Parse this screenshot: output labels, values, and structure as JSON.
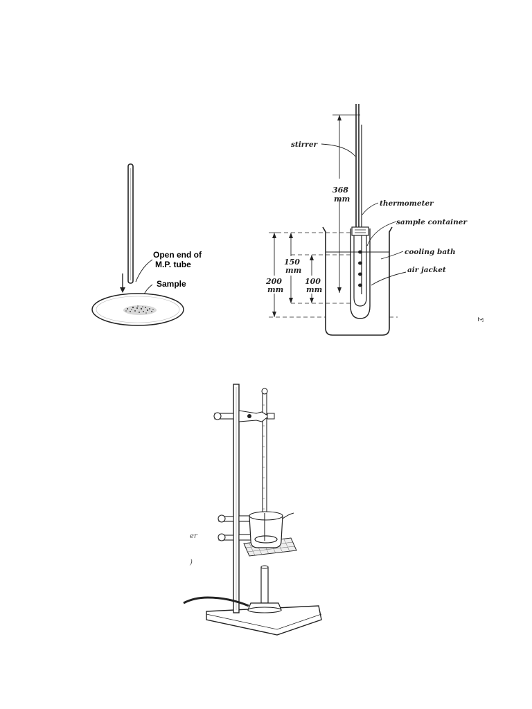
{
  "mp_tube_figure": {
    "open_end_label_line1": "Open end of",
    "open_end_label_line2": "M.P. tube",
    "sample_label": "Sample"
  },
  "freezing_point_figure": {
    "labels": {
      "stirrer": "stirrer",
      "thermometer": "thermometer",
      "sample_container": "sample container",
      "cooling_bath": "cooling bath",
      "air_jacket": "air jacket"
    },
    "dimensions": {
      "d368_value": "368",
      "d368_unit": "mm",
      "d150_value": "150",
      "d150_unit": "mm",
      "d200_value": "200",
      "d200_unit": "mm",
      "d100_value": "100",
      "d100_unit": "mm"
    },
    "edge_fragment": "Σ"
  },
  "ring_stand_figure": {
    "cropped_fragment_1": "er",
    "cropped_fragment_2": ")"
  }
}
